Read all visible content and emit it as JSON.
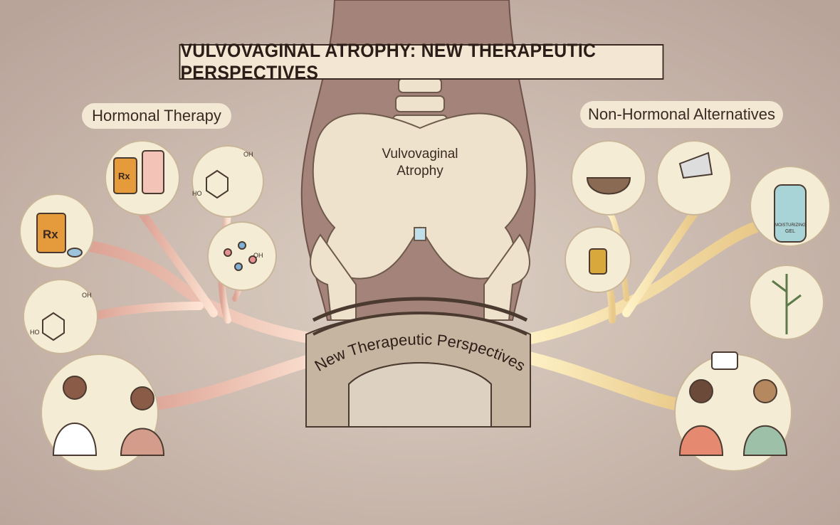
{
  "title": "VULVOVAGINAL ATROPHY: NEW THERAPEUTIC PERSPECTIVES",
  "left_heading": "Hormonal Therapy",
  "right_heading": "Non-Hormonal Alternatives",
  "center_label_line1": "Vulvovaginal",
  "center_label_line2": "Atrophy",
  "bridge_label": "New Therapeutic Perspectives",
  "icons": {
    "rx_label": "Rx",
    "ho_label": "HO",
    "oh_label": "OH",
    "gel_label_line1": "MOISTURIZING",
    "gel_label_line2": "GEL"
  },
  "colors": {
    "background": "#c8b6ac",
    "torso": "#a4837a",
    "bone": "#eee2cc",
    "left_branch": "#e8b4a6",
    "right_branch": "#efd59a",
    "circle_fill": "#f5ecd6"
  }
}
